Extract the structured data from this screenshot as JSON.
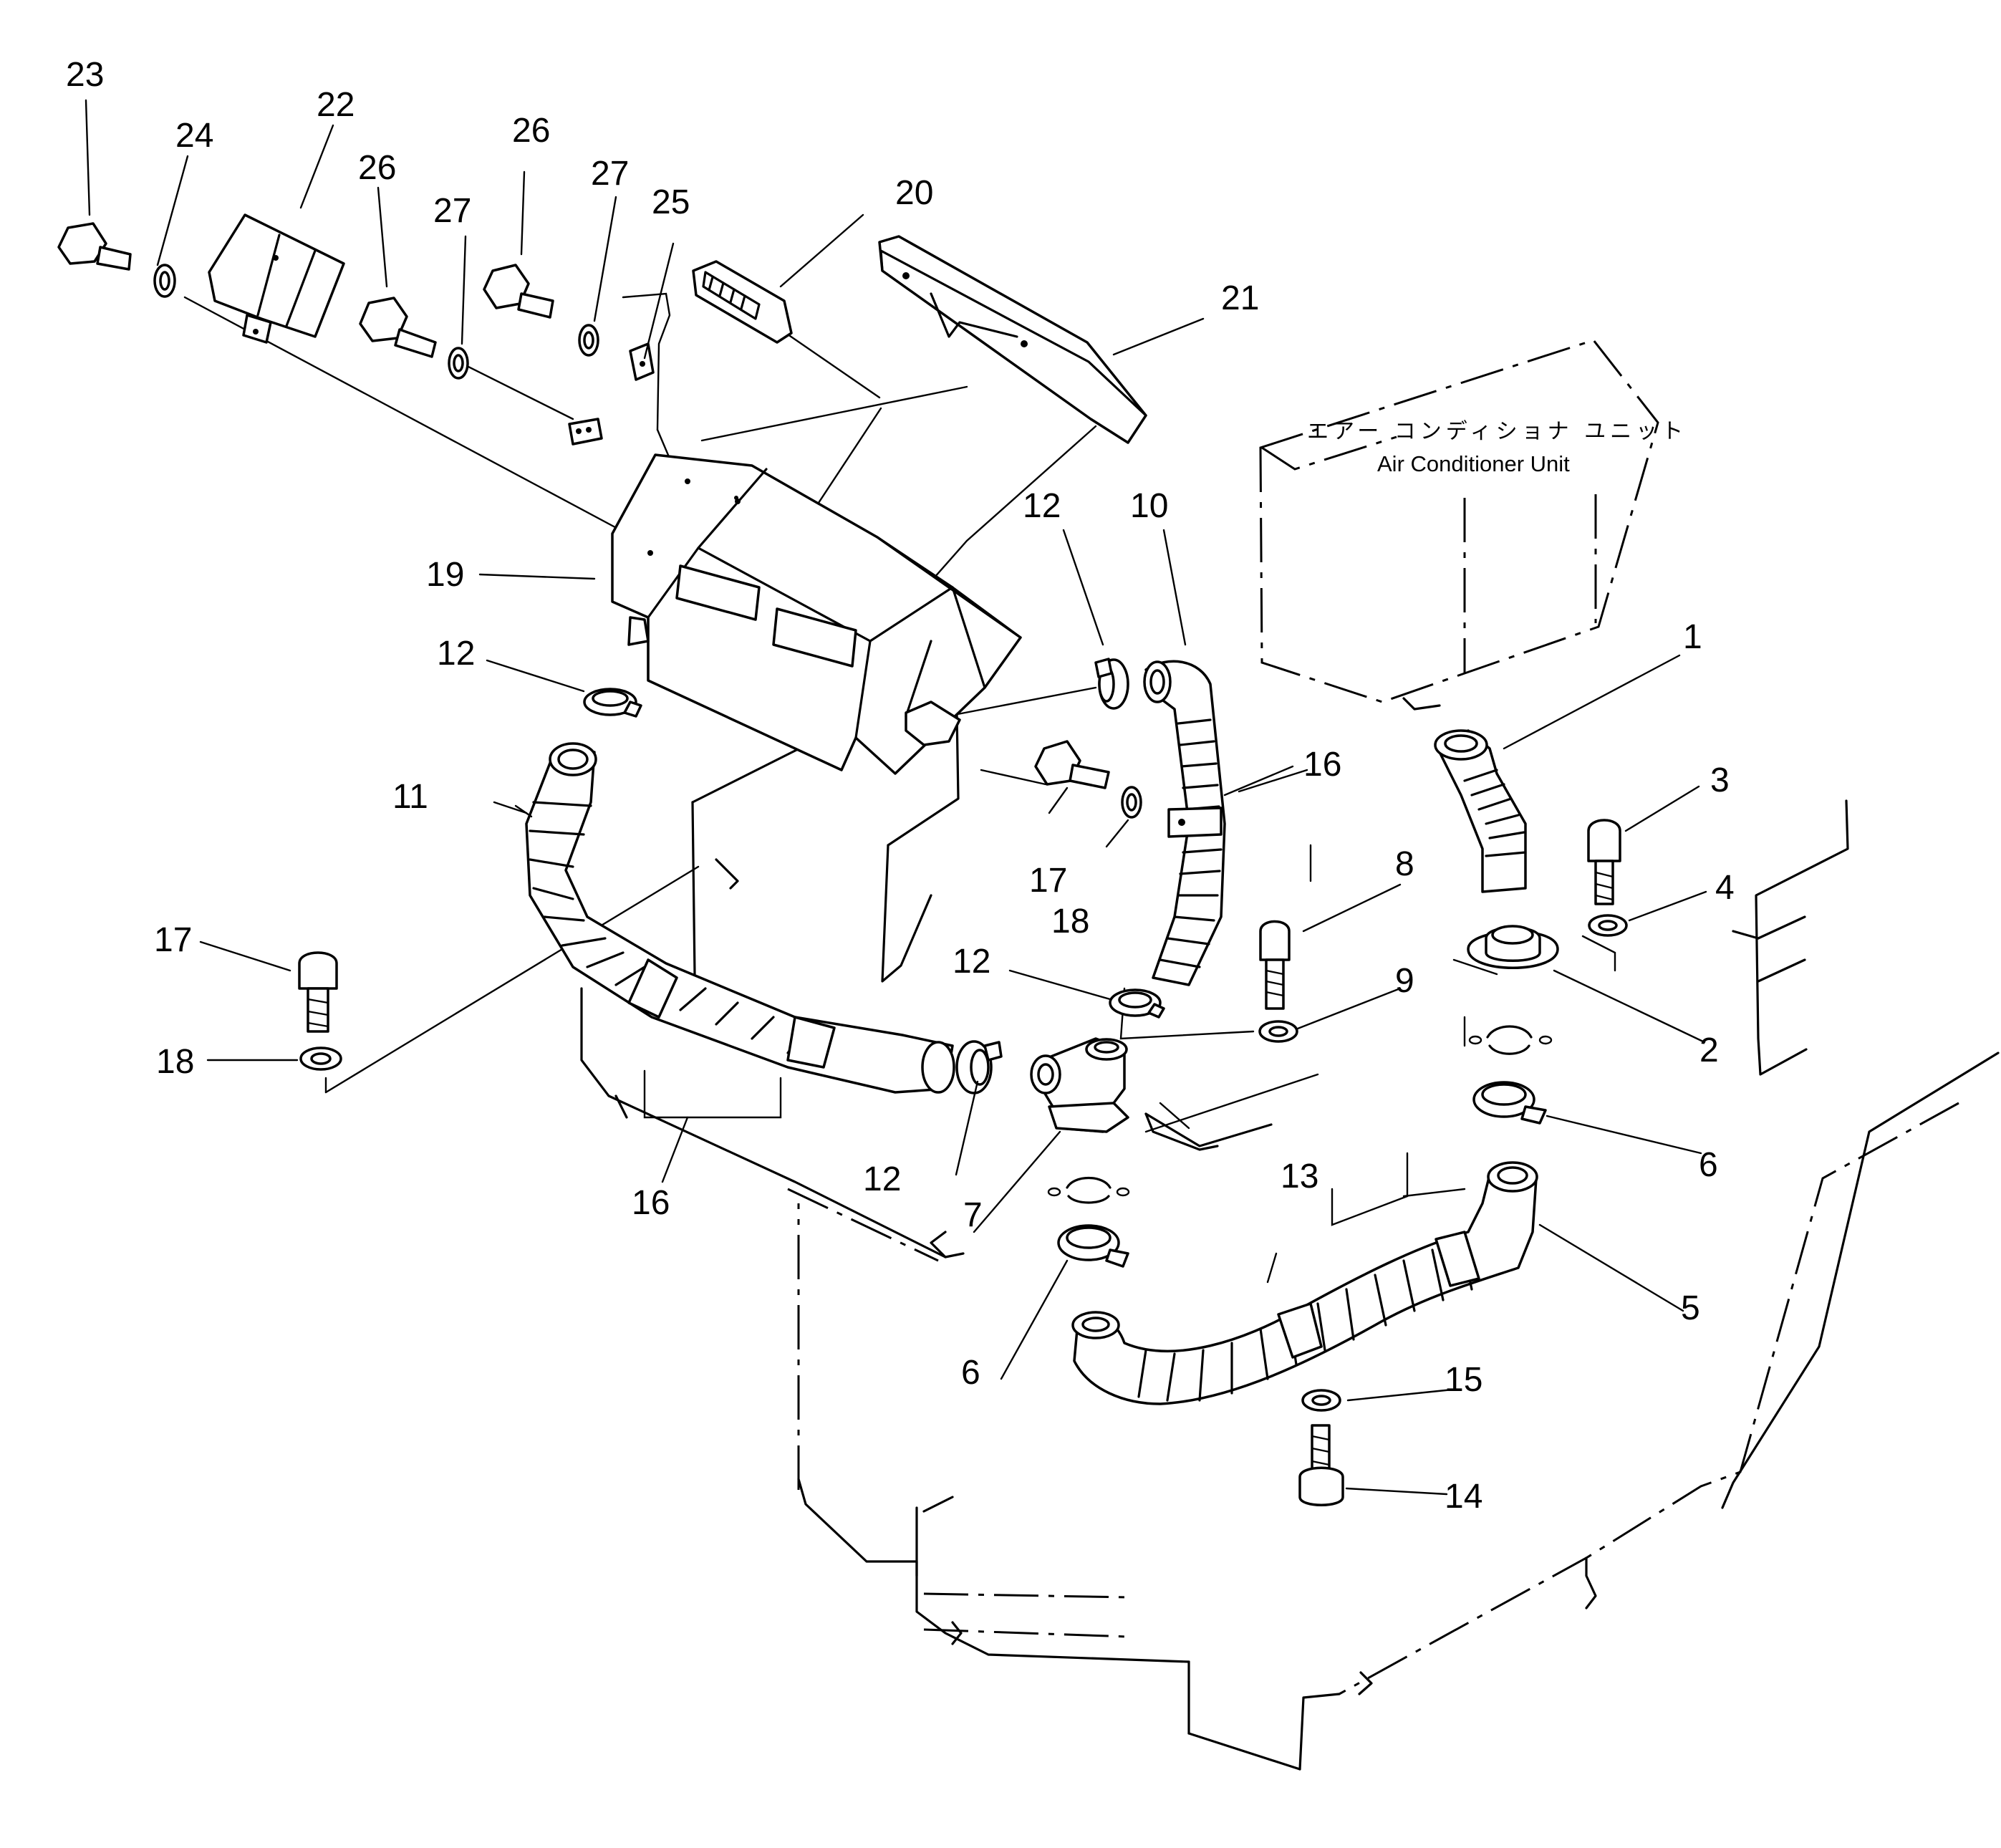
{
  "unit_label": {
    "japanese": "エアー コンディショナ ユニット",
    "english": "Air Conditioner Unit"
  },
  "callouts": {
    "c1": "1",
    "c2": "2",
    "c3": "3",
    "c4": "4",
    "c5": "5",
    "c6a": "6",
    "c6b": "6",
    "c7": "7",
    "c8": "8",
    "c9": "9",
    "c10": "10",
    "c11": "11",
    "c12a": "12",
    "c12b": "12",
    "c12c": "12",
    "c12d": "12",
    "c13": "13",
    "c14": "14",
    "c15": "15",
    "c16a": "16",
    "c16b": "16",
    "c17a": "17",
    "c17b": "17",
    "c18a": "18",
    "c18b": "18",
    "c19": "19",
    "c20": "20",
    "c21": "21",
    "c22": "22",
    "c23": "23",
    "c24": "24",
    "c25": "25",
    "c26a": "26",
    "c26b": "26",
    "c27a": "27",
    "c27b": "27"
  }
}
